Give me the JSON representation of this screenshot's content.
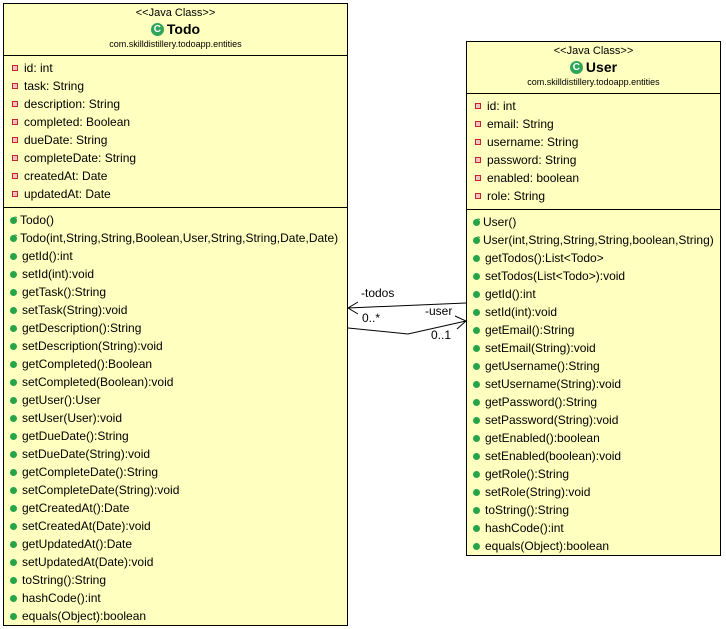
{
  "todo": {
    "stereotype": "<<Java Class>>",
    "name": "Todo",
    "package": "com.skilldistillery.todoapp.entities",
    "attributes": [
      "id: int",
      "task: String",
      "description: String",
      "completed: Boolean",
      "dueDate: String",
      "completeDate: String",
      "createdAt: Date",
      "updatedAt: Date"
    ],
    "constructors": [
      "Todo()",
      "Todo(int,String,String,Boolean,User,String,String,Date,Date)"
    ],
    "methods": [
      "getId():int",
      "setId(int):void",
      "getTask():String",
      "setTask(String):void",
      "getDescription():String",
      "setDescription(String):void",
      "getCompleted():Boolean",
      "setCompleted(Boolean):void",
      "getUser():User",
      "setUser(User):void",
      "getDueDate():String",
      "setDueDate(String):void",
      "getCompleteDate():String",
      "setCompleteDate(String):void",
      "getCreatedAt():Date",
      "setCreatedAt(Date):void",
      "getUpdatedAt():Date",
      "setUpdatedAt(Date):void",
      "toString():String",
      "hashCode():int",
      "equals(Object):boolean"
    ]
  },
  "user": {
    "stereotype": "<<Java Class>>",
    "name": "User",
    "package": "com.skilldistillery.todoapp.entities",
    "attributes": [
      "id: int",
      "email: String",
      "username: String",
      "password: String",
      "enabled: boolean",
      "role: String"
    ],
    "constructors": [
      "User()",
      "User(int,String,String,String,boolean,String)"
    ],
    "methods": [
      "getTodos():List<Todo>",
      "setTodos(List<Todo>):void",
      "getId():int",
      "setId(int):void",
      "getEmail():String",
      "setEmail(String):void",
      "getUsername():String",
      "setUsername(String):void",
      "getPassword():String",
      "setPassword(String):void",
      "getEnabled():boolean",
      "setEnabled(boolean):void",
      "getRole():String",
      "setRole(String):void",
      "toString():String",
      "hashCode():int",
      "equals(Object):boolean"
    ]
  },
  "associations": {
    "todos_role": "-todos",
    "todos_multiplicity": "0..*",
    "user_role": "-user",
    "user_multiplicity": "0..1"
  }
}
